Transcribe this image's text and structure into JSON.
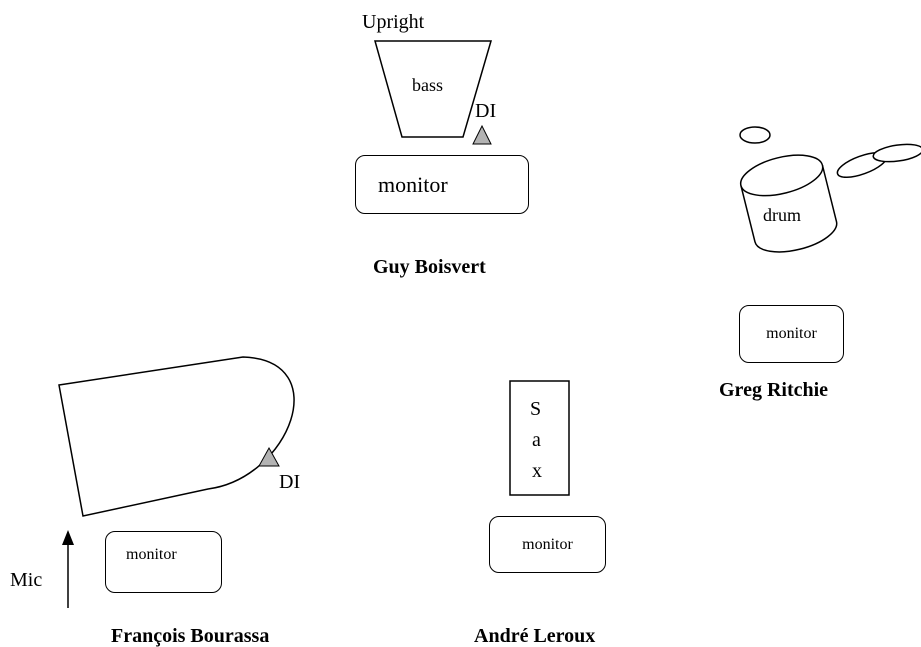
{
  "bassist": {
    "name": "Guy Boisvert",
    "instrument_top": "Upright",
    "instrument_label": "bass",
    "di_label": "DI",
    "monitor_label": "monitor"
  },
  "drummer": {
    "name": "Greg Ritchie",
    "instrument_label": "drum",
    "monitor_label": "monitor"
  },
  "pianist": {
    "name": "François Bourassa",
    "di_label": "DI",
    "mic_label": "Mic",
    "monitor_label": "monitor"
  },
  "saxophonist": {
    "name": "André Leroux",
    "sax_letters": [
      "S",
      "a",
      "x"
    ],
    "monitor_label": "monitor"
  },
  "colors": {
    "line": "#000000",
    "di_fill": "#b3b3b3",
    "background": "#ffffff"
  }
}
